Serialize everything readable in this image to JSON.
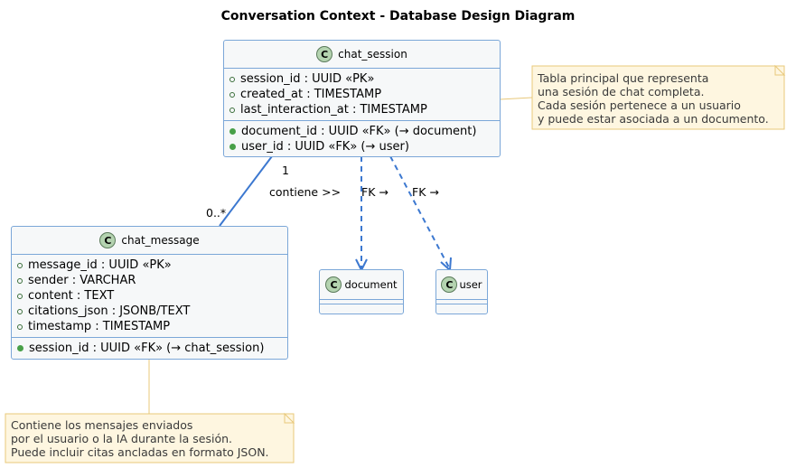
{
  "title": "Conversation Context - Database Design Diagram",
  "class_icon_letter": "C",
  "classes": {
    "chat_session": {
      "name": "chat_session",
      "fields": [
        "session_id : UUID «PK»",
        "created_at : TIMESTAMP",
        "last_interaction_at : TIMESTAMP"
      ],
      "fks": [
        "document_id : UUID «FK» (→ document)",
        "user_id : UUID «FK» (→ user)"
      ]
    },
    "chat_message": {
      "name": "chat_message",
      "fields": [
        "message_id : UUID «PK»",
        "sender : VARCHAR",
        "content : TEXT",
        "citations_json : JSONB/TEXT",
        "timestamp : TIMESTAMP"
      ],
      "fks": [
        "session_id : UUID «FK» (→ chat_session)"
      ]
    },
    "document": {
      "name": "document"
    },
    "user": {
      "name": "user"
    }
  },
  "notes": {
    "session_note": "Tabla principal que representa\nuna sesión de chat completa.\nCada sesión pertenece a un usuario\ny puede estar asociada a un documento.",
    "message_note": "Contiene los mensajes enviados\npor el usuario o la IA durante la sesión.\nPuede incluir citas ancladas en formato JSON."
  },
  "relations": {
    "session_message": {
      "label": "contiene >>",
      "mult_session": "1",
      "mult_message": "0..*"
    },
    "session_document": {
      "label": "FK →"
    },
    "session_user": {
      "label": "FK →"
    }
  },
  "colors": {
    "border": "#7ba7d8",
    "fill": "#f6f8f9",
    "icon": "#b4d3b0",
    "edge": "#3c78d0",
    "note_fill": "#fef6e0",
    "note_border": "#e8c87a"
  }
}
